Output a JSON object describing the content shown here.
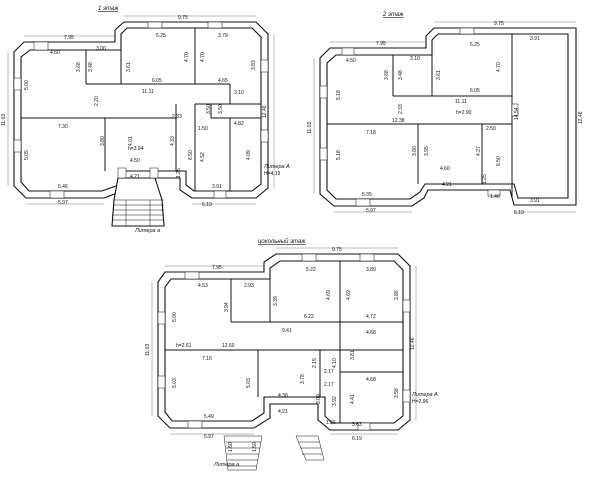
{
  "plans": {
    "floor1": {
      "title": "1 этаж",
      "dims": [
        "9.75",
        "7.95",
        "4.60",
        "3.00",
        "5.25",
        "3.79",
        "11.03",
        "5.00",
        "3.48",
        "3.68",
        "3.61",
        "4.70",
        "4.70",
        "3.83",
        "6.05",
        "4.65",
        "11.11",
        "2.20",
        "12.46",
        "3.10",
        "2.33",
        "3.50",
        "1.50",
        "3.50",
        "4.82",
        "7.30",
        "3.80",
        "4.01",
        "4.33",
        "6.50",
        "4.52",
        "4.09",
        "5.05",
        "h=3.94",
        "4.50",
        "4.21",
        "5.46",
        "5.97",
        "1.25",
        "3.91",
        "6.19"
      ],
      "litera": "Литера А",
      "height": "H=4.19",
      "porch": "Литера а"
    },
    "floor2": {
      "title": "2 этаж",
      "dims": [
        "9.75",
        "7.95",
        "5.25",
        "3.91",
        "4.50",
        "3.10",
        "3.68",
        "3.48",
        "3.61",
        "4.70",
        "6.05",
        "11.11",
        "5.18",
        "2.33",
        "h=2.90",
        "14.54",
        "12.38",
        "12.46",
        "11.03",
        "7.18",
        "2.50",
        "3.80",
        "3.95",
        "4.27",
        "6.50",
        "5.18",
        "4.60",
        "4.21",
        "1.25",
        "5.35",
        "5.97",
        "1.46",
        "3.91",
        "6.19"
      ]
    },
    "basement": {
      "title": "цокольный этаж",
      "dims": [
        "9.75",
        "7.95",
        "5.22",
        "3.89",
        "4.53",
        "2.93",
        "3.94",
        "3.39",
        "4.69",
        "4.69",
        "3.86",
        "5.00",
        "6.22",
        "4.72",
        "9.41",
        "11.03",
        "h=2.61",
        "12.60",
        "4.68",
        "12.46",
        "3.81",
        "7.16",
        "2.15",
        "4.10",
        "3.78",
        "2.17",
        "5.03",
        "5.03",
        "2.17",
        "4.68",
        "4.38",
        "3.09",
        "3.92",
        "4.41",
        "3.58",
        "4.21",
        "5.49",
        "5.97",
        "1.36",
        "3.63",
        "6.19",
        "1.50",
        "1.50"
      ],
      "litera": "Литера А",
      "height": "H=2.96",
      "porch": "Литера а"
    }
  }
}
